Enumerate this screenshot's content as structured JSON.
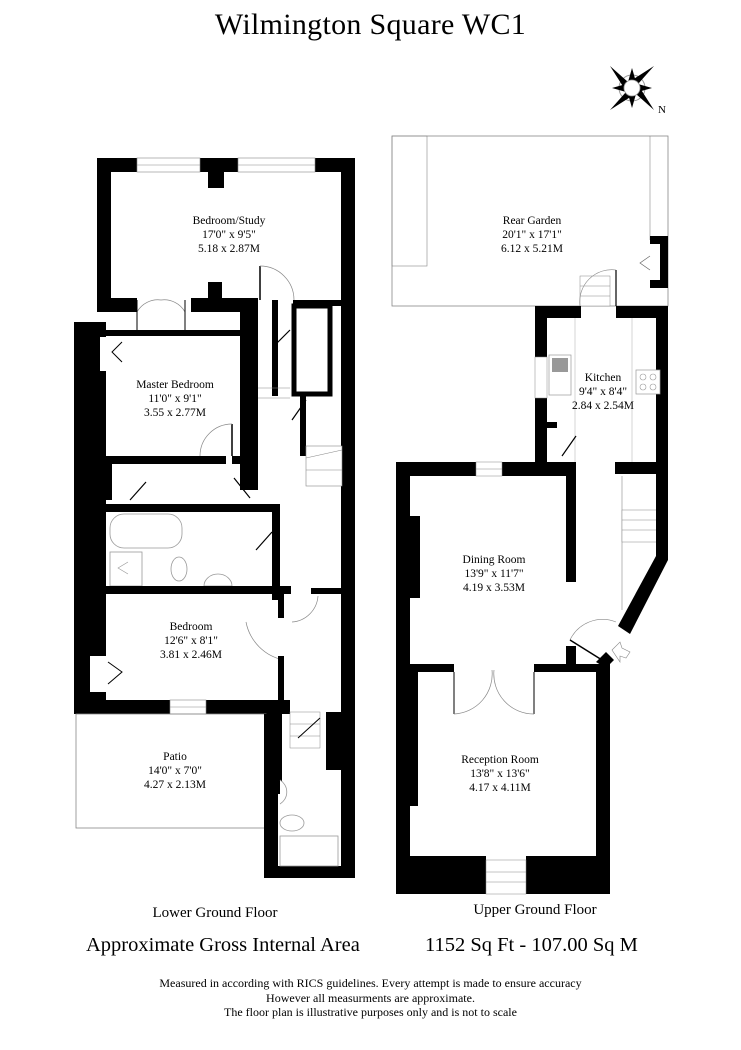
{
  "title": "Wilmington Square WC1",
  "compass": {
    "icon": "compass-rose-icon",
    "north_label": "N"
  },
  "floors": [
    {
      "name": "Lower Ground Floor",
      "rooms": [
        {
          "name": "Bedroom/Study",
          "imperial": "17'0\" x 9'5\"",
          "metric": "5.18 x 2.87M"
        },
        {
          "name": "Master Bedroom",
          "imperial": "11'0\" x 9'1\"",
          "metric": "3.55 x 2.77M"
        },
        {
          "name": "Bedroom",
          "imperial": "12'6\" x 8'1\"",
          "metric": "3.81 x 2.46M"
        },
        {
          "name": "Patio",
          "imperial": "14'0\" x 7'0\"",
          "metric": "4.27 x 2.13M"
        }
      ]
    },
    {
      "name": "Upper Ground Floor",
      "rooms": [
        {
          "name": "Rear Garden",
          "imperial": "20'1\" x 17'1\"",
          "metric": "6.12 x 5.21M"
        },
        {
          "name": "Kitchen",
          "imperial": "9'4\" x 8'4\"",
          "metric": "2.84 x 2.54M"
        },
        {
          "name": "Dining Room",
          "imperial": "13'9\" x 11'7\"",
          "metric": "4.19 x 3.53M"
        },
        {
          "name": "Reception Room",
          "imperial": "13'8\" x 13'6\"",
          "metric": "4.17 x 4.11M"
        }
      ]
    }
  ],
  "area": {
    "label": "Approximate Gross Internal Area",
    "value": "1152 Sq Ft - 107.00 Sq M"
  },
  "disclaimer": [
    "Measured in according with RICS guidelines. Every attempt is made to ensure accuracy",
    "However all measurments are approximate.",
    "The floor plan is illustrative purposes only and is not to scale"
  ],
  "colors": {
    "wall": "#000000",
    "fixture": "#9a9a9a",
    "background": "#ffffff"
  }
}
